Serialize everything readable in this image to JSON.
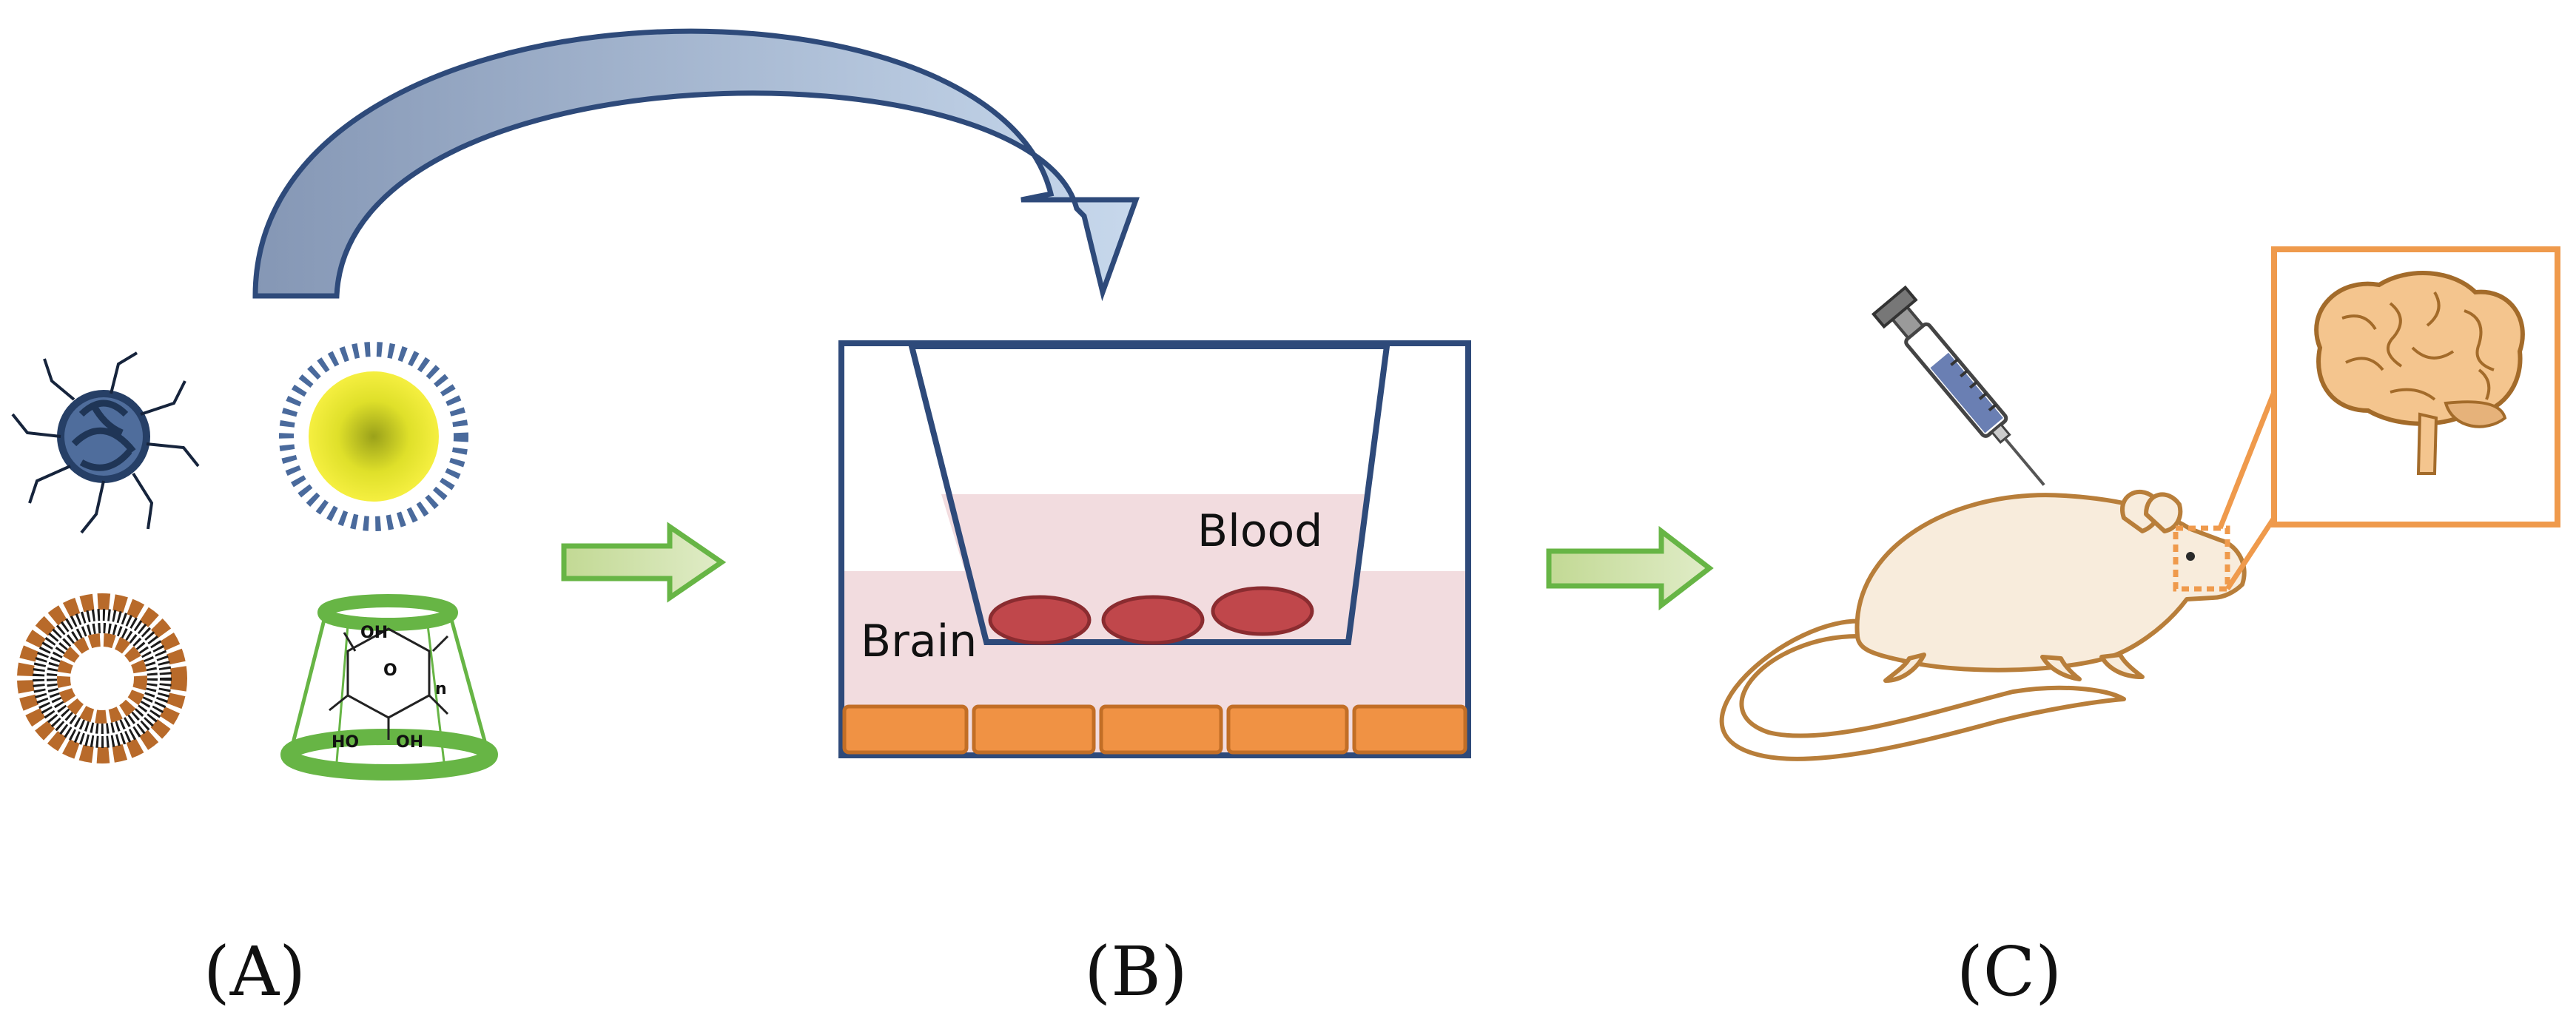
{
  "panels": {
    "a": {
      "label": "(A)"
    },
    "b": {
      "label": "(B)"
    },
    "c": {
      "label": "(C)"
    }
  },
  "transwell": {
    "upper_label": "Blood",
    "lower_label": "Brain"
  },
  "cyclodextrin": {
    "oh_top": "OH",
    "ho_bottom": "HO",
    "oh_bottom": "OH",
    "o_ring": "O",
    "n_sub": "n"
  },
  "colors": {
    "dark_blue": "#2e4a7a",
    "arrow_blue_light": "#c0d3ea",
    "arrow_blue_dark": "#7f93b2",
    "green_outline": "#67b545",
    "green_fill": "#c8dc9a",
    "pink_medium": "#f2dcdf",
    "endothelial_red": "#c0474b",
    "astrocyte_orange": "#f09244",
    "mouse_fill": "#f8ecdc",
    "mouse_outline": "#b87e3a",
    "callout_orange": "#ef9a4c",
    "liposome_brown": "#b86a2a",
    "micelle_yellow": "#f2ec3c"
  }
}
